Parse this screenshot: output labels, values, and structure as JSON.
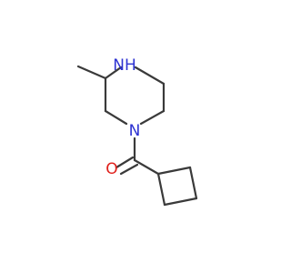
{
  "molecule": {
    "atoms": {
      "nitrogen_amine": {
        "symbol": "N",
        "suffix": "H",
        "color": "#2d32d2"
      },
      "nitrogen_amide": {
        "symbol": "N",
        "color": "#2d32d2"
      },
      "oxygen_carbonyl": {
        "symbol": "O",
        "color": "#e0201b"
      }
    },
    "bond_color": "#3a3a3a"
  }
}
